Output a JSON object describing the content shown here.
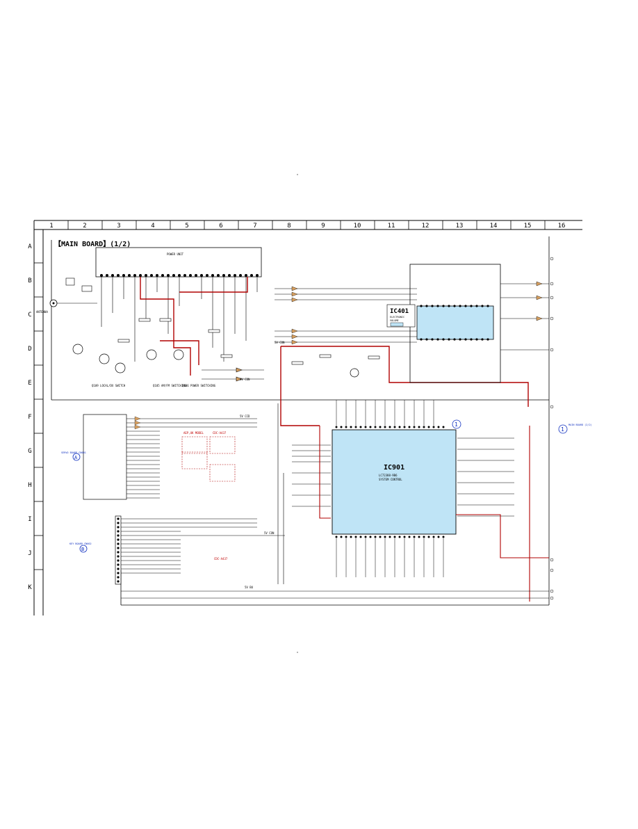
{
  "board_title": "【MAIN BOARD】(1/2)",
  "columns": [
    "1",
    "2",
    "3",
    "4",
    "5",
    "6",
    "7",
    "8",
    "9",
    "10",
    "11",
    "12",
    "13",
    "14",
    "15",
    "16"
  ],
  "rows": [
    "A",
    "B",
    "C",
    "D",
    "E",
    "F",
    "G",
    "H",
    "I",
    "J",
    "K"
  ],
  "ic401": {
    "ref": "IC401",
    "desc_line1": "ELECTRONIC",
    "desc_line2": "VOLUME"
  },
  "ic901": {
    "ref": "IC901",
    "part": "LC72388-9B6",
    "desc": "SYSTEM CONTROL"
  },
  "antenna_label": "ANTENNA",
  "servo_board": "SERVO BOARD CN001",
  "key_board": "KEY BOARD CN002",
  "main_board_ref": "MAIN BOARD (2/2)",
  "circle_a": "A",
  "circle_b": "B",
  "circle_1": "1",
  "switch_labels": [
    "Q109 LOCAL/DX SWITCH",
    "Q105 AM/FM SWITCHING",
    "Q106 POWER SWITCHING"
  ],
  "model_notes": [
    "CDC-A437",
    "CDC-A437",
    "AEP,UK MODEL"
  ],
  "rail_labels": [
    "5V CCD",
    "5V CON",
    "5V CON",
    "8V CON",
    "5V BU"
  ],
  "colors": {
    "wire": "#000000",
    "supply": "#b00000",
    "ic_fill": "#bfe4f6",
    "annot": "#c00000",
    "badge": "#1030c0"
  }
}
